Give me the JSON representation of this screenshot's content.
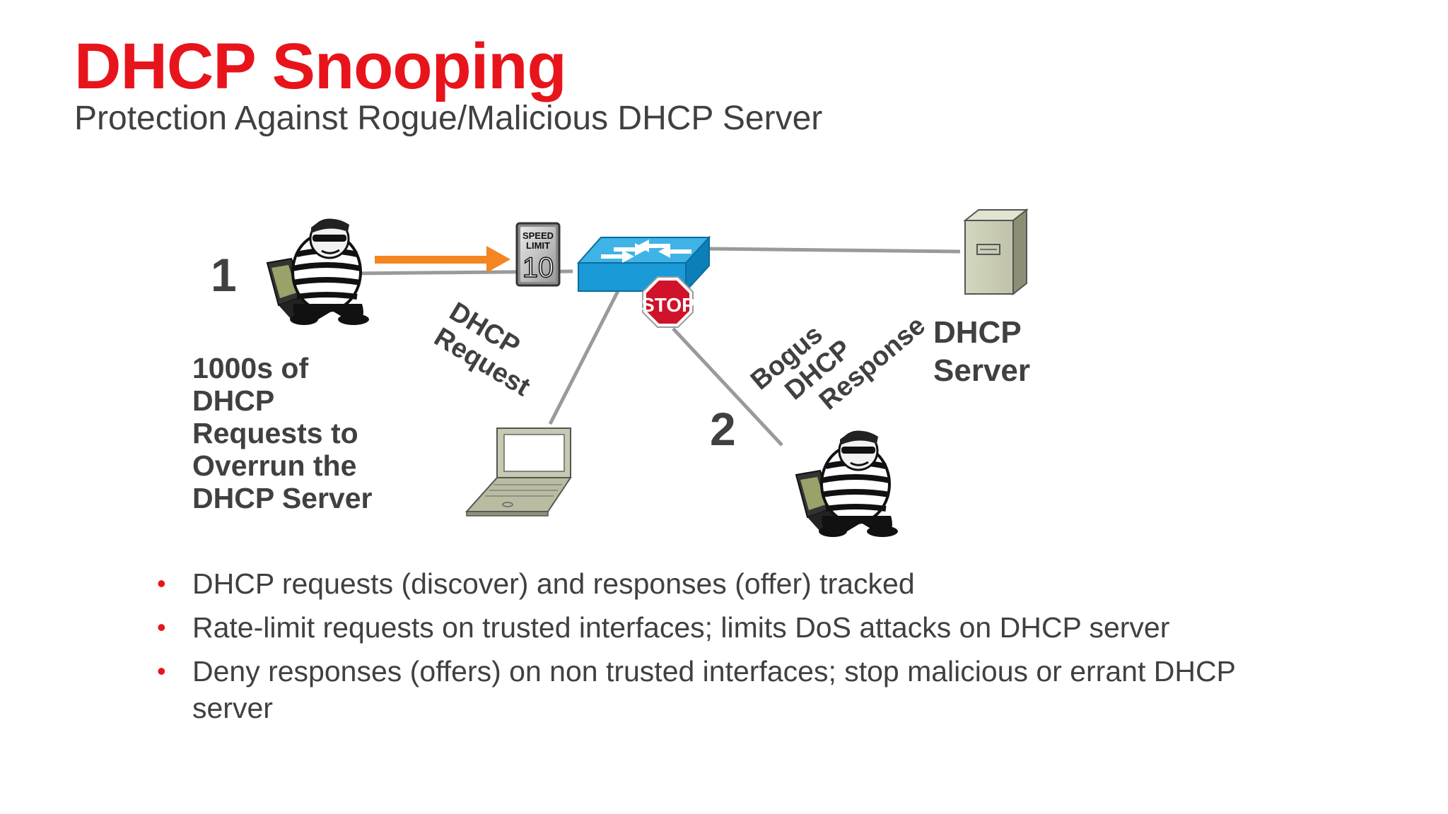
{
  "slide": {
    "title": "DHCP Snooping",
    "subtitle": "Protection Against Rogue/Malicious DHCP Server"
  },
  "colors": {
    "title": "#e8141c",
    "text": "#404040",
    "bullet": "#e8141c",
    "arrow": "#f4851f",
    "switch": "#1a9ad6",
    "stop": "#d0122a",
    "line": "#9a9a9a"
  },
  "diagram": {
    "step_1": "1",
    "step_2": "2",
    "attacker_1_note": [
      "1000s of",
      "DHCP",
      "Requests to",
      "Overrun the",
      "DHCP Server"
    ],
    "request_label": [
      "DHCP",
      "Request"
    ],
    "bogus_label": [
      "Bogus",
      "DHCP",
      "Response"
    ],
    "server_label": [
      "DHCP",
      "Server"
    ],
    "speed_sign": {
      "line1": "SPEED",
      "line2": "LIMIT",
      "value": "10"
    },
    "stop_sign": "STOP",
    "icons": [
      "hacker-icon",
      "laptop-icon",
      "switch-icon",
      "server-icon",
      "speed-limit-sign-icon",
      "stop-sign-icon"
    ]
  },
  "bullets": [
    "DHCP requests (discover) and responses (offer) tracked",
    "Rate-limit requests on trusted interfaces; limits DoS attacks on DHCP server",
    "Deny responses (offers) on non trusted interfaces; stop malicious or errant  DHCP server"
  ],
  "bullet_glyph": "•"
}
